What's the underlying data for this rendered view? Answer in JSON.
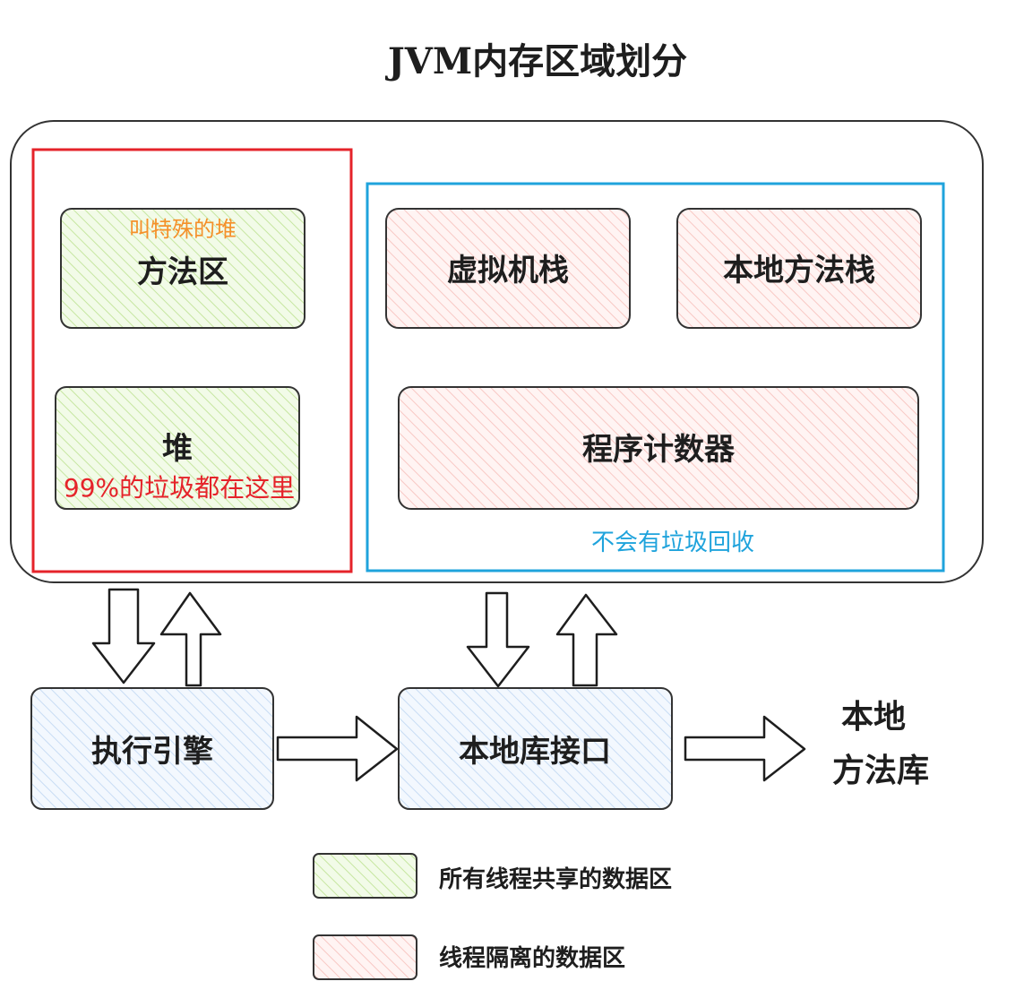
{
  "title": "JVM内存区域划分",
  "colors": {
    "green_fill": "#dff3c6",
    "red_fill": "#fde0de",
    "blue_fill": "#e2edfb",
    "heap_border": "#e5232a",
    "stack_border": "#1fa3dc",
    "note_orange": "#f5902a",
    "note_red": "#e5232a",
    "note_blue": "#1fa3dc"
  },
  "runtime_area": {
    "shared": {
      "method_area": {
        "label": "方法区",
        "note": "叫特殊的堆"
      },
      "heap": {
        "label": "堆",
        "note": "99%的垃圾都在这里"
      }
    },
    "isolated": {
      "vm_stack": {
        "label": "虚拟机栈"
      },
      "native_method_stack": {
        "label": "本地方法栈"
      },
      "program_counter": {
        "label": "程序计数器"
      },
      "note": "不会有垃圾回收"
    }
  },
  "execution_engine": {
    "label": "执行引擎"
  },
  "native_interface": {
    "label": "本地库接口"
  },
  "native_library": {
    "line1": "本地",
    "line2": "方法库"
  },
  "legend": [
    {
      "label": "所有线程共享的数据区",
      "kind": "green"
    },
    {
      "label": "线程隔离的数据区",
      "kind": "red"
    }
  ]
}
